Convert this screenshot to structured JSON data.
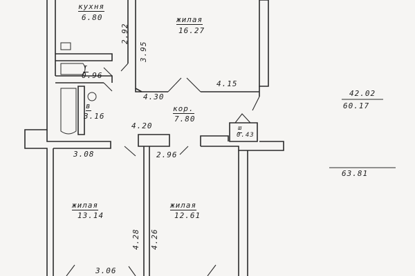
{
  "rooms": {
    "kitchen": {
      "name": "кухня",
      "area": "6.80"
    },
    "living_top": {
      "name": "жилая",
      "area": "16.27"
    },
    "bath": {
      "name": "т",
      "area": "0.96"
    },
    "toilet": {
      "name": "в",
      "area": "3.16"
    },
    "corridor": {
      "name": "кор.",
      "area": "7.80"
    },
    "closet": {
      "name": "ш",
      "area": "0.43"
    },
    "living_left": {
      "name": "жилая",
      "area": "13.14"
    },
    "living_right": {
      "name": "жилая",
      "area": "12.61"
    }
  },
  "dimensions": {
    "d_292": "2.92",
    "d_395": "3.95",
    "d_430": "4.30",
    "d_415": "4.15",
    "d_420": "4.20",
    "d_308": "3.08",
    "d_296": "2.96",
    "d_428": "4.28",
    "d_426": "4.26",
    "d_306": "3.06"
  },
  "totals": {
    "living_area": "42.02",
    "total_area": "60.17",
    "grand_total": "63.81"
  },
  "colors": {
    "ink": "#1e1e1e",
    "paper": "#f6f5f3"
  }
}
